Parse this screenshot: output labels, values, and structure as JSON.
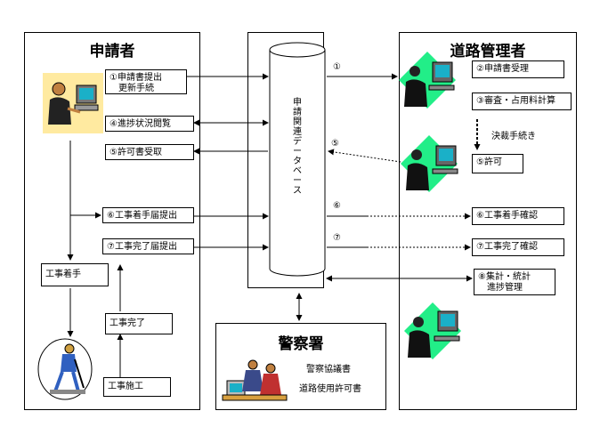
{
  "applicant": {
    "title": "申請者",
    "box_submit": "①申請書提出\n　更新手続",
    "box_progress": "④進捗状況閲覧",
    "box_receive": "⑤許可書受取",
    "box_start_notice": "⑥工事着手届提出",
    "box_complete_notice": "⑦工事完了届提出",
    "box_work_start": "工事着手",
    "box_work_done": "工事完了",
    "box_work_exec": "工事施工"
  },
  "database": {
    "label": "申請関連データベース"
  },
  "road_manager": {
    "title": "道路管理者",
    "box_accept": "②申請書受理",
    "box_review": "③審査・占用料計算",
    "approval_label": "決裁手続き",
    "box_permit": "⑤許可",
    "box_start_confirm": "⑥工事着手確認",
    "box_complete_confirm": "⑦工事完了確認",
    "box_stats": "⑧集計・統計\n　進捗管理"
  },
  "police": {
    "title": "警察署",
    "line1": "警察協議書",
    "line2": "道路使用許可書"
  },
  "arrow_labels": {
    "a1": "①",
    "a5": "⑤",
    "a6": "⑥",
    "a7": "⑦"
  }
}
